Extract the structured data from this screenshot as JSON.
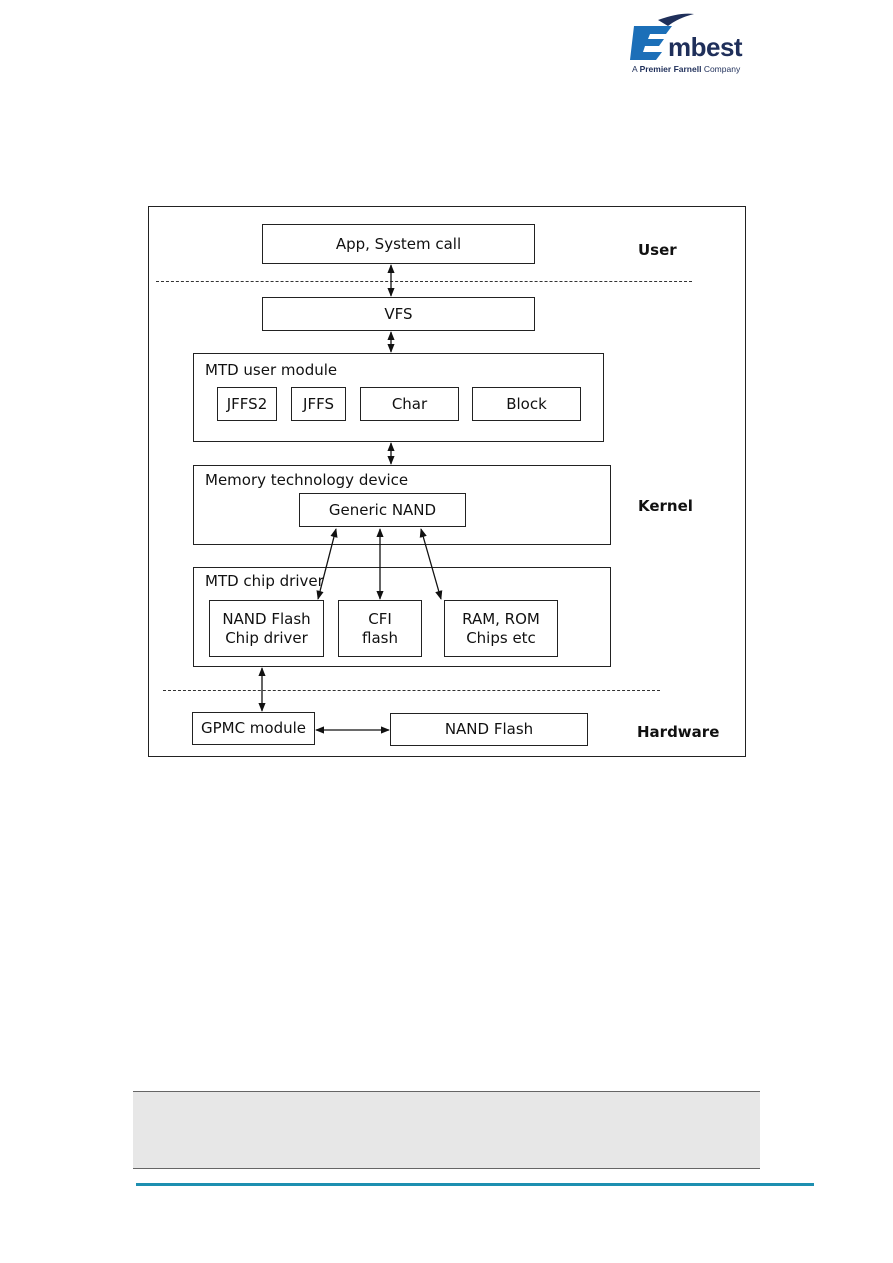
{
  "logo": {
    "wordmark": "mbest",
    "tagline_prefix": "A ",
    "tagline_brand": "Premier Farnell",
    "tagline_suffix": " Company",
    "colors": {
      "blue": "#1c6fb8",
      "navy": "#1f2f5a"
    }
  },
  "diagram": {
    "layers": {
      "user": "User",
      "kernel": "Kernel",
      "hardware": "Hardware"
    },
    "app": "App, System call",
    "vfs": "VFS",
    "mtd_user_module": {
      "title": "MTD user module",
      "items": [
        "JFFS2",
        "JFFS",
        "Char",
        "Block"
      ]
    },
    "memory_technology_device": {
      "title": "Memory technology device",
      "generic_nand": "Generic NAND"
    },
    "mtd_chip_driver": {
      "title": "MTD chip driver",
      "nand_chip_driver": [
        "NAND Flash",
        "Chip driver"
      ],
      "cfi_flash": [
        "CFI",
        "flash"
      ],
      "ram_rom": [
        "RAM, ROM",
        "Chips etc"
      ]
    },
    "gpmc_module": "GPMC module",
    "nand_flash": "NAND Flash"
  },
  "footer": {
    "note_color": "#e7e7e7",
    "rule_color": "#1d8fb0"
  }
}
